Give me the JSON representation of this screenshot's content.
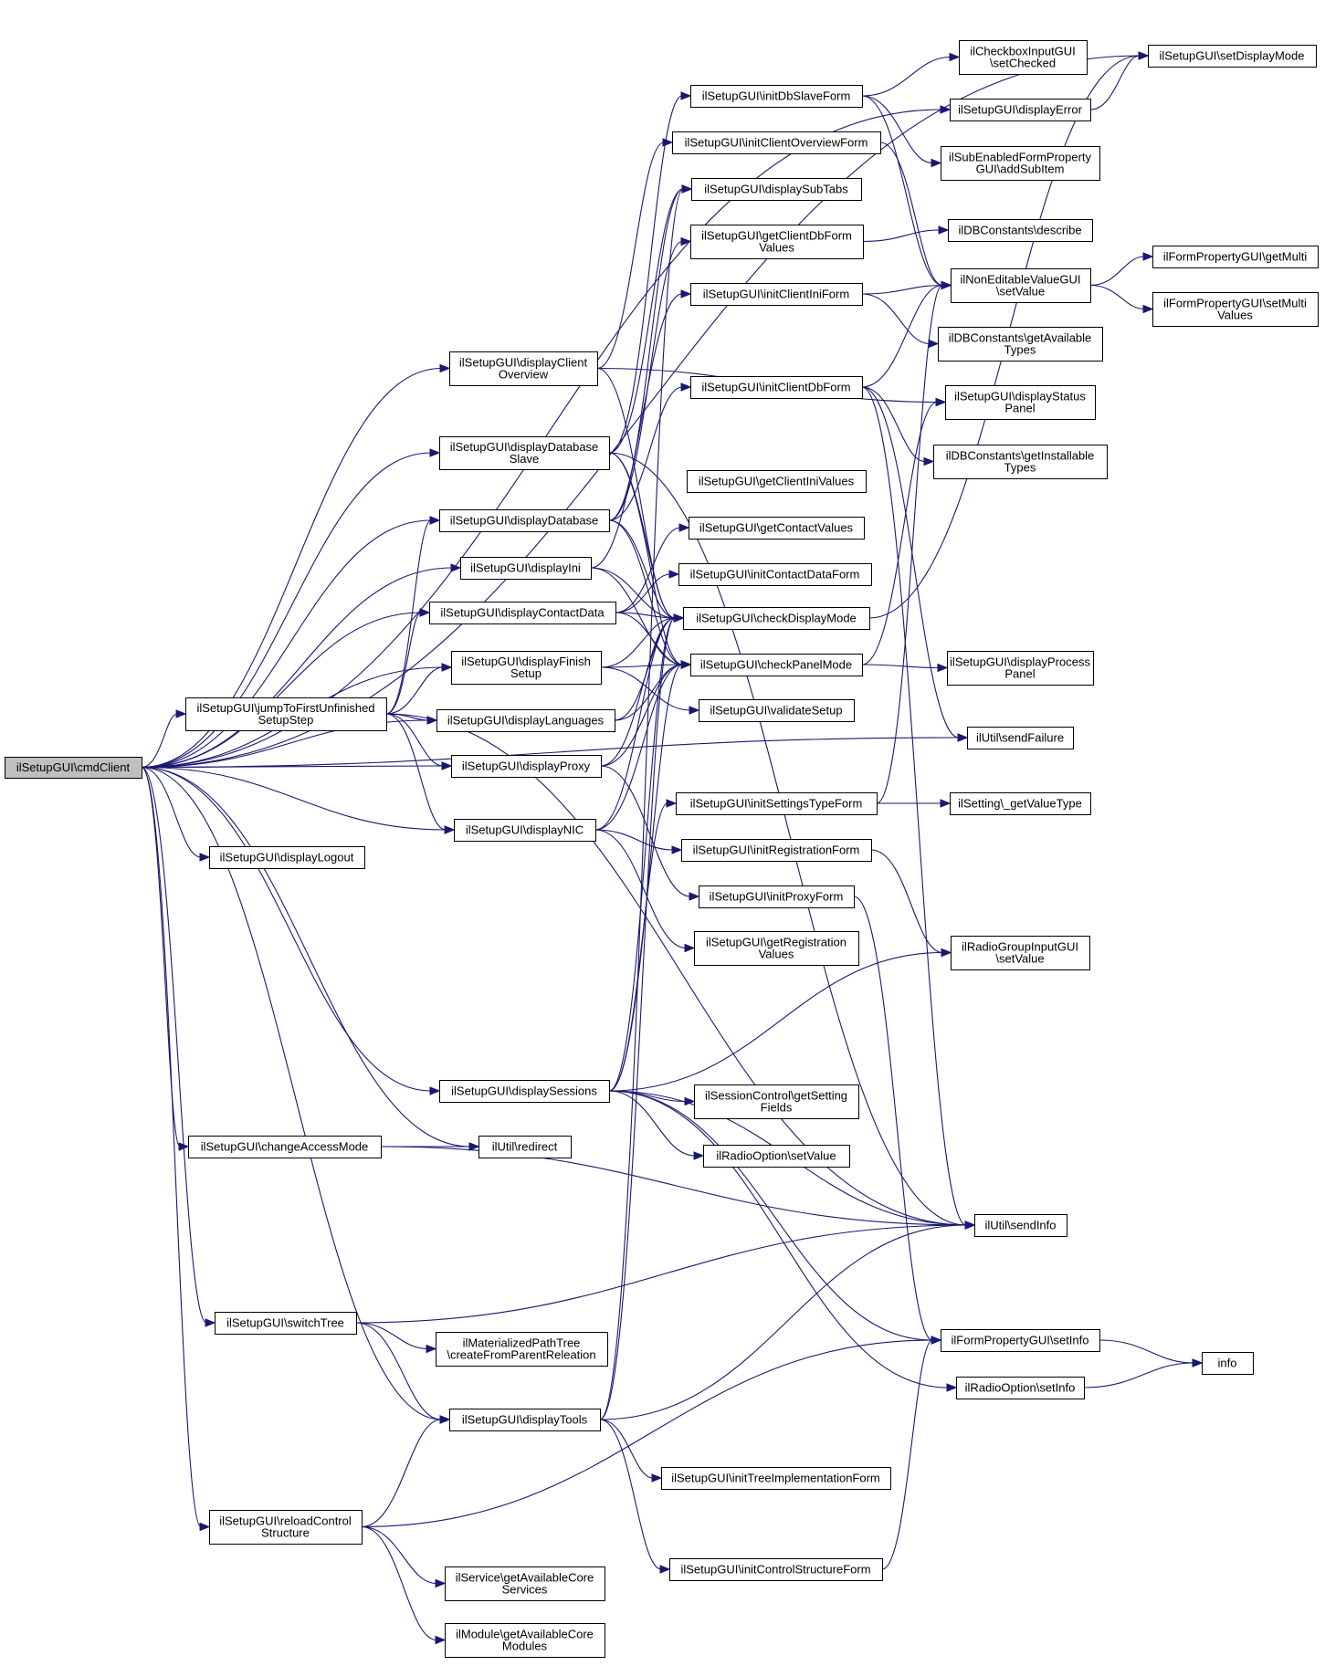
{
  "colors": {
    "edge": "#191970",
    "root_fill": "#bfbfbf",
    "node_fill": "#ffffff",
    "node_stroke": "#000000"
  },
  "nodes": [
    {
      "id": "cmdClient",
      "lines": [
        "ilSetupGUI\\cmdClient"
      ],
      "root": true
    },
    {
      "id": "jumpTo",
      "lines": [
        "ilSetupGUI\\jumpToFirstUnfinished",
        "SetupStep"
      ]
    },
    {
      "id": "displayClientOverview",
      "lines": [
        "ilSetupGUI\\displayClient",
        "Overview"
      ]
    },
    {
      "id": "displayDatabaseSlave",
      "lines": [
        "ilSetupGUI\\displayDatabase",
        "Slave"
      ]
    },
    {
      "id": "displayDatabase",
      "lines": [
        "ilSetupGUI\\displayDatabase"
      ]
    },
    {
      "id": "displayIni",
      "lines": [
        "ilSetupGUI\\displayIni"
      ]
    },
    {
      "id": "displayContactData",
      "lines": [
        "ilSetupGUI\\displayContactData"
      ]
    },
    {
      "id": "displayFinishSetup",
      "lines": [
        "ilSetupGUI\\displayFinish",
        "Setup"
      ]
    },
    {
      "id": "displayLanguages",
      "lines": [
        "ilSetupGUI\\displayLanguages"
      ]
    },
    {
      "id": "displayProxy",
      "lines": [
        "ilSetupGUI\\displayProxy"
      ]
    },
    {
      "id": "displayNIC",
      "lines": [
        "ilSetupGUI\\displayNIC"
      ]
    },
    {
      "id": "displayLogout",
      "lines": [
        "ilSetupGUI\\displayLogout"
      ]
    },
    {
      "id": "displaySessions",
      "lines": [
        "ilSetupGUI\\displaySessions"
      ]
    },
    {
      "id": "changeAccessMode",
      "lines": [
        "ilSetupGUI\\changeAccessMode"
      ]
    },
    {
      "id": "redirect",
      "lines": [
        "ilUtil\\redirect"
      ]
    },
    {
      "id": "switchTree",
      "lines": [
        "ilSetupGUI\\switchTree"
      ]
    },
    {
      "id": "createFromParent",
      "lines": [
        "ilMaterializedPathTree",
        "\\createFromParentReleation"
      ]
    },
    {
      "id": "displayTools",
      "lines": [
        "ilSetupGUI\\displayTools"
      ]
    },
    {
      "id": "reloadControl",
      "lines": [
        "ilSetupGUI\\reloadControl",
        "Structure"
      ]
    },
    {
      "id": "serviceCore",
      "lines": [
        "ilService\\getAvailableCore",
        "Services"
      ]
    },
    {
      "id": "moduleCore",
      "lines": [
        "ilModule\\getAvailableCore",
        "Modules"
      ]
    },
    {
      "id": "initDbSlaveForm",
      "lines": [
        "ilSetupGUI\\initDbSlaveForm"
      ]
    },
    {
      "id": "initClientOverviewForm",
      "lines": [
        "ilSetupGUI\\initClientOverviewForm"
      ]
    },
    {
      "id": "displaySubTabs",
      "lines": [
        "ilSetupGUI\\displaySubTabs"
      ]
    },
    {
      "id": "getClientDbFormValues",
      "lines": [
        "ilSetupGUI\\getClientDbForm",
        "Values"
      ]
    },
    {
      "id": "initClientIniForm",
      "lines": [
        "ilSetupGUI\\initClientIniForm"
      ]
    },
    {
      "id": "initClientDbForm",
      "lines": [
        "ilSetupGUI\\initClientDbForm"
      ]
    },
    {
      "id": "getClientIniValues",
      "lines": [
        "ilSetupGUI\\getClientIniValues"
      ]
    },
    {
      "id": "getContactValues",
      "lines": [
        "ilSetupGUI\\getContactValues"
      ]
    },
    {
      "id": "initContactDataForm",
      "lines": [
        "ilSetupGUI\\initContactDataForm"
      ]
    },
    {
      "id": "checkDisplayMode",
      "lines": [
        "ilSetupGUI\\checkDisplayMode"
      ]
    },
    {
      "id": "checkPanelMode",
      "lines": [
        "ilSetupGUI\\checkPanelMode"
      ]
    },
    {
      "id": "validateSetup",
      "lines": [
        "ilSetupGUI\\validateSetup"
      ]
    },
    {
      "id": "initSettingsTypeForm",
      "lines": [
        "ilSetupGUI\\initSettingsTypeForm"
      ]
    },
    {
      "id": "initRegistrationForm",
      "lines": [
        "ilSetupGUI\\initRegistrationForm"
      ]
    },
    {
      "id": "initProxyForm",
      "lines": [
        "ilSetupGUI\\initProxyForm"
      ]
    },
    {
      "id": "getRegistrationValues",
      "lines": [
        "ilSetupGUI\\getRegistration",
        "Values"
      ]
    },
    {
      "id": "getSettingFields",
      "lines": [
        "ilSessionControl\\getSetting",
        "Fields"
      ]
    },
    {
      "id": "radioOptionSetValue",
      "lines": [
        "ilRadioOption\\setValue"
      ]
    },
    {
      "id": "initTreeImpl",
      "lines": [
        "ilSetupGUI\\initTreeImplementationForm"
      ]
    },
    {
      "id": "initControlStructure",
      "lines": [
        "ilSetupGUI\\initControlStructureForm"
      ]
    },
    {
      "id": "checkboxSetChecked",
      "lines": [
        "ilCheckboxInputGUI",
        "\\setChecked"
      ]
    },
    {
      "id": "displayError",
      "lines": [
        "ilSetupGUI\\displayError"
      ]
    },
    {
      "id": "addSubItem",
      "lines": [
        "ilSubEnabledFormProperty",
        "GUI\\addSubItem"
      ]
    },
    {
      "id": "describe",
      "lines": [
        "ilDBConstants\\describe"
      ]
    },
    {
      "id": "nonEditableSetValue",
      "lines": [
        "ilNonEditableValueGUI",
        "\\setValue"
      ]
    },
    {
      "id": "getAvailableTypes",
      "lines": [
        "ilDBConstants\\getAvailable",
        "Types"
      ]
    },
    {
      "id": "displayStatusPanel",
      "lines": [
        "ilSetupGUI\\displayStatus",
        "Panel"
      ]
    },
    {
      "id": "getInstallableTypes",
      "lines": [
        "ilDBConstants\\getInstallable",
        "Types"
      ]
    },
    {
      "id": "displayProcessPanel",
      "lines": [
        "ilSetupGUI\\displayProcess",
        "Panel"
      ]
    },
    {
      "id": "sendFailure",
      "lines": [
        "ilUtil\\sendFailure"
      ]
    },
    {
      "id": "settingValueType",
      "lines": [
        "ilSetting\\_getValueType"
      ]
    },
    {
      "id": "radioGroupSetValue",
      "lines": [
        "ilRadioGroupInputGUI",
        "\\setValue"
      ]
    },
    {
      "id": "sendInfo",
      "lines": [
        "ilUtil\\sendInfo"
      ]
    },
    {
      "id": "formPropSetInfo",
      "lines": [
        "ilFormPropertyGUI\\setInfo"
      ]
    },
    {
      "id": "radioOptionSetInfo",
      "lines": [
        "ilRadioOption\\setInfo"
      ]
    },
    {
      "id": "setDisplayMode",
      "lines": [
        "ilSetupGUI\\setDisplayMode"
      ]
    },
    {
      "id": "getMulti",
      "lines": [
        "ilFormPropertyGUI\\getMulti"
      ]
    },
    {
      "id": "setMultiValues",
      "lines": [
        "ilFormPropertyGUI\\setMulti",
        "Values"
      ]
    },
    {
      "id": "info",
      "lines": [
        "info"
      ]
    }
  ],
  "edges": [
    [
      "cmdClient",
      "setDisplayMode"
    ],
    [
      "cmdClient",
      "displayError"
    ],
    [
      "cmdClient",
      "displayClientOverview"
    ],
    [
      "cmdClient",
      "displayDatabaseSlave"
    ],
    [
      "cmdClient",
      "displayDatabase"
    ],
    [
      "cmdClient",
      "displayIni"
    ],
    [
      "cmdClient",
      "displayContactData"
    ],
    [
      "cmdClient",
      "displayFinishSetup"
    ],
    [
      "cmdClient",
      "jumpTo"
    ],
    [
      "cmdClient",
      "displayLanguages"
    ],
    [
      "cmdClient",
      "sendFailure"
    ],
    [
      "cmdClient",
      "displayProxy"
    ],
    [
      "cmdClient",
      "displayNIC"
    ],
    [
      "cmdClient",
      "displayLogout"
    ],
    [
      "cmdClient",
      "displaySessions"
    ],
    [
      "cmdClient",
      "redirect"
    ],
    [
      "cmdClient",
      "changeAccessMode"
    ],
    [
      "cmdClient",
      "switchTree"
    ],
    [
      "cmdClient",
      "displayTools"
    ],
    [
      "cmdClient",
      "reloadControl"
    ],
    [
      "jumpTo",
      "displayDatabase"
    ],
    [
      "jumpTo",
      "displayContactData"
    ],
    [
      "jumpTo",
      "displayFinishSetup"
    ],
    [
      "jumpTo",
      "displayLanguages"
    ],
    [
      "jumpTo",
      "displayProxy"
    ],
    [
      "jumpTo",
      "displayNIC"
    ],
    [
      "jumpTo",
      "sendInfo"
    ],
    [
      "displayClientOverview",
      "initClientOverviewForm"
    ],
    [
      "displayClientOverview",
      "displayStatusPanel"
    ],
    [
      "displayClientOverview",
      "checkDisplayMode"
    ],
    [
      "displayDatabaseSlave",
      "initDbSlaveForm"
    ],
    [
      "displayDatabaseSlave",
      "displaySubTabs"
    ],
    [
      "displayDatabaseSlave",
      "checkDisplayMode"
    ],
    [
      "displayDatabaseSlave",
      "checkPanelMode"
    ],
    [
      "displayDatabaseSlave",
      "sendInfo"
    ],
    [
      "displayDatabase",
      "displaySubTabs"
    ],
    [
      "displayDatabase",
      "getClientDbFormValues"
    ],
    [
      "displayDatabase",
      "initClientDbForm"
    ],
    [
      "displayDatabase",
      "checkDisplayMode"
    ],
    [
      "displayDatabase",
      "checkPanelMode"
    ],
    [
      "displayIni",
      "initClientIniForm"
    ],
    [
      "displayIni",
      "checkDisplayMode"
    ],
    [
      "displayIni",
      "checkPanelMode"
    ],
    [
      "displayContactData",
      "getContactValues"
    ],
    [
      "displayContactData",
      "initContactDataForm"
    ],
    [
      "displayContactData",
      "checkDisplayMode"
    ],
    [
      "displayContactData",
      "checkPanelMode"
    ],
    [
      "displayFinishSetup",
      "checkDisplayMode"
    ],
    [
      "displayFinishSetup",
      "checkPanelMode"
    ],
    [
      "displayFinishSetup",
      "validateSetup"
    ],
    [
      "displayLanguages",
      "checkDisplayMode"
    ],
    [
      "displayLanguages",
      "checkPanelMode"
    ],
    [
      "displayProxy",
      "checkDisplayMode"
    ],
    [
      "displayProxy",
      "checkPanelMode"
    ],
    [
      "displayProxy",
      "initProxyForm"
    ],
    [
      "displayNIC",
      "checkDisplayMode"
    ],
    [
      "displayNIC",
      "checkPanelMode"
    ],
    [
      "displayNIC",
      "initRegistrationForm"
    ],
    [
      "displayNIC",
      "getRegistrationValues"
    ],
    [
      "displaySessions",
      "checkDisplayMode"
    ],
    [
      "displaySessions",
      "checkPanelMode"
    ],
    [
      "displaySessions",
      "getSettingFields"
    ],
    [
      "displaySessions",
      "radioOptionSetValue"
    ],
    [
      "displaySessions",
      "radioGroupSetValue"
    ],
    [
      "displaySessions",
      "sendInfo"
    ],
    [
      "displaySessions",
      "formPropSetInfo"
    ],
    [
      "displaySessions",
      "radioOptionSetInfo"
    ],
    [
      "displaySessions",
      "initSettingsTypeForm"
    ],
    [
      "changeAccessMode",
      "redirect"
    ],
    [
      "changeAccessMode",
      "sendInfo"
    ],
    [
      "switchTree",
      "createFromParent"
    ],
    [
      "switchTree",
      "displayTools"
    ],
    [
      "switchTree",
      "sendInfo"
    ],
    [
      "displayTools",
      "checkDisplayMode"
    ],
    [
      "displayTools",
      "displaySubTabs"
    ],
    [
      "displayTools",
      "initTreeImpl"
    ],
    [
      "displayTools",
      "initControlStructure"
    ],
    [
      "displayTools",
      "sendInfo"
    ],
    [
      "reloadControl",
      "displayTools"
    ],
    [
      "reloadControl",
      "serviceCore"
    ],
    [
      "reloadControl",
      "moduleCore"
    ],
    [
      "reloadControl",
      "formPropSetInfo"
    ],
    [
      "initDbSlaveForm",
      "checkboxSetChecked"
    ],
    [
      "initDbSlaveForm",
      "addSubItem"
    ],
    [
      "initDbSlaveForm",
      "nonEditableSetValue"
    ],
    [
      "initClientOverviewForm",
      "nonEditableSetValue"
    ],
    [
      "getClientDbFormValues",
      "describe"
    ],
    [
      "initClientIniForm",
      "nonEditableSetValue"
    ],
    [
      "initClientIniForm",
      "getAvailableTypes"
    ],
    [
      "initClientDbForm",
      "nonEditableSetValue"
    ],
    [
      "initClientDbForm",
      "getInstallableTypes"
    ],
    [
      "initClientDbForm",
      "sendFailure"
    ],
    [
      "initClientDbForm",
      "sendInfo"
    ],
    [
      "checkDisplayMode",
      "setDisplayMode"
    ],
    [
      "checkPanelMode",
      "displayStatusPanel"
    ],
    [
      "checkPanelMode",
      "displayProcessPanel"
    ],
    [
      "initSettingsTypeForm",
      "settingValueType"
    ],
    [
      "initSettingsTypeForm",
      "nonEditableSetValue"
    ],
    [
      "initRegistrationForm",
      "radioGroupSetValue"
    ],
    [
      "initProxyForm",
      "formPropSetInfo"
    ],
    [
      "initControlStructure",
      "formPropSetInfo"
    ],
    [
      "displayError",
      "setDisplayMode"
    ],
    [
      "nonEditableSetValue",
      "getMulti"
    ],
    [
      "nonEditableSetValue",
      "setMultiValues"
    ],
    [
      "formPropSetInfo",
      "info"
    ],
    [
      "radioOptionSetInfo",
      "info"
    ]
  ]
}
